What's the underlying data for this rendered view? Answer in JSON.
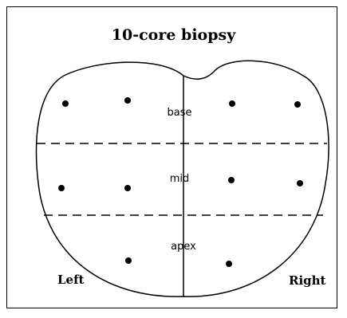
{
  "title": "10-core biopsy",
  "zones": {
    "base": "base",
    "mid": "mid",
    "apex": "apex"
  },
  "sides": {
    "left": "Left",
    "right": "Right"
  },
  "biopsy_cores": 10
}
